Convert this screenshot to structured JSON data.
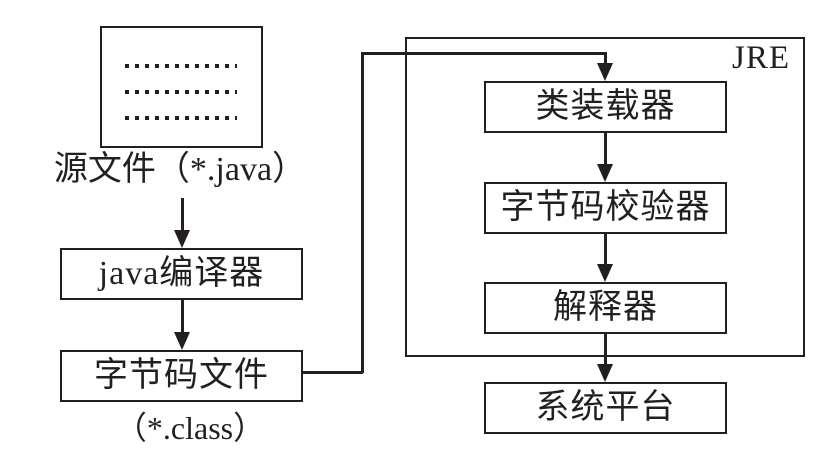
{
  "diagram": {
    "source_file": {
      "label": "源文件（*.java）"
    },
    "compiler": {
      "label": "java编译器"
    },
    "bytecode_file": {
      "label": "字节码文件",
      "extension": "（*.class）"
    },
    "jre": {
      "label": "JRE",
      "class_loader": "类装载器",
      "bytecode_verifier": "字节码校验器",
      "interpreter": "解释器"
    },
    "platform": {
      "label": "系统平台"
    },
    "edges": [
      {
        "from": "源文件（*.java）",
        "to": "java编译器"
      },
      {
        "from": "java编译器",
        "to": "字节码文件（*.class）"
      },
      {
        "from": "字节码文件（*.class）",
        "to": "类装载器"
      },
      {
        "from": "类装载器",
        "to": "字节码校验器"
      },
      {
        "from": "字节码校验器",
        "to": "解释器"
      },
      {
        "from": "解释器",
        "to": "系统平台"
      }
    ],
    "colors": {
      "line": "#231f20",
      "background": "#ffffff"
    }
  }
}
